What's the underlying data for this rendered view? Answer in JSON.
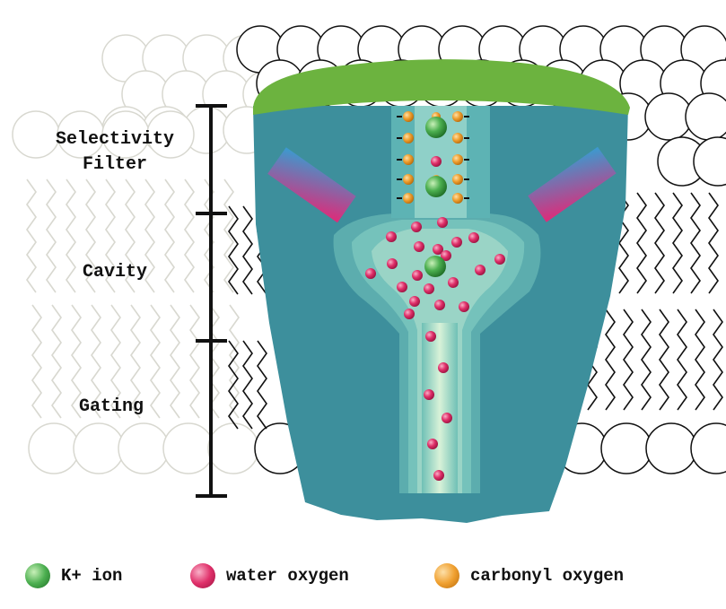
{
  "labels": {
    "selectivity_line1": "Selectivity",
    "selectivity_line2": "Filter",
    "cavity": "Cavity",
    "gating": "Gating"
  },
  "legend": [
    {
      "label": "K+ ion",
      "color": "#4caf50"
    },
    {
      "label": "water oxygen",
      "color": "#e0306a"
    },
    {
      "label": "carbonyl oxygen",
      "color": "#f0a030"
    }
  ],
  "colors": {
    "protein": "#3d8f9c",
    "cap": "#6cb33f",
    "pore": "#8fd0c8",
    "helix_top": "#3a9bd0",
    "helix_bottom": "#e02a78"
  }
}
